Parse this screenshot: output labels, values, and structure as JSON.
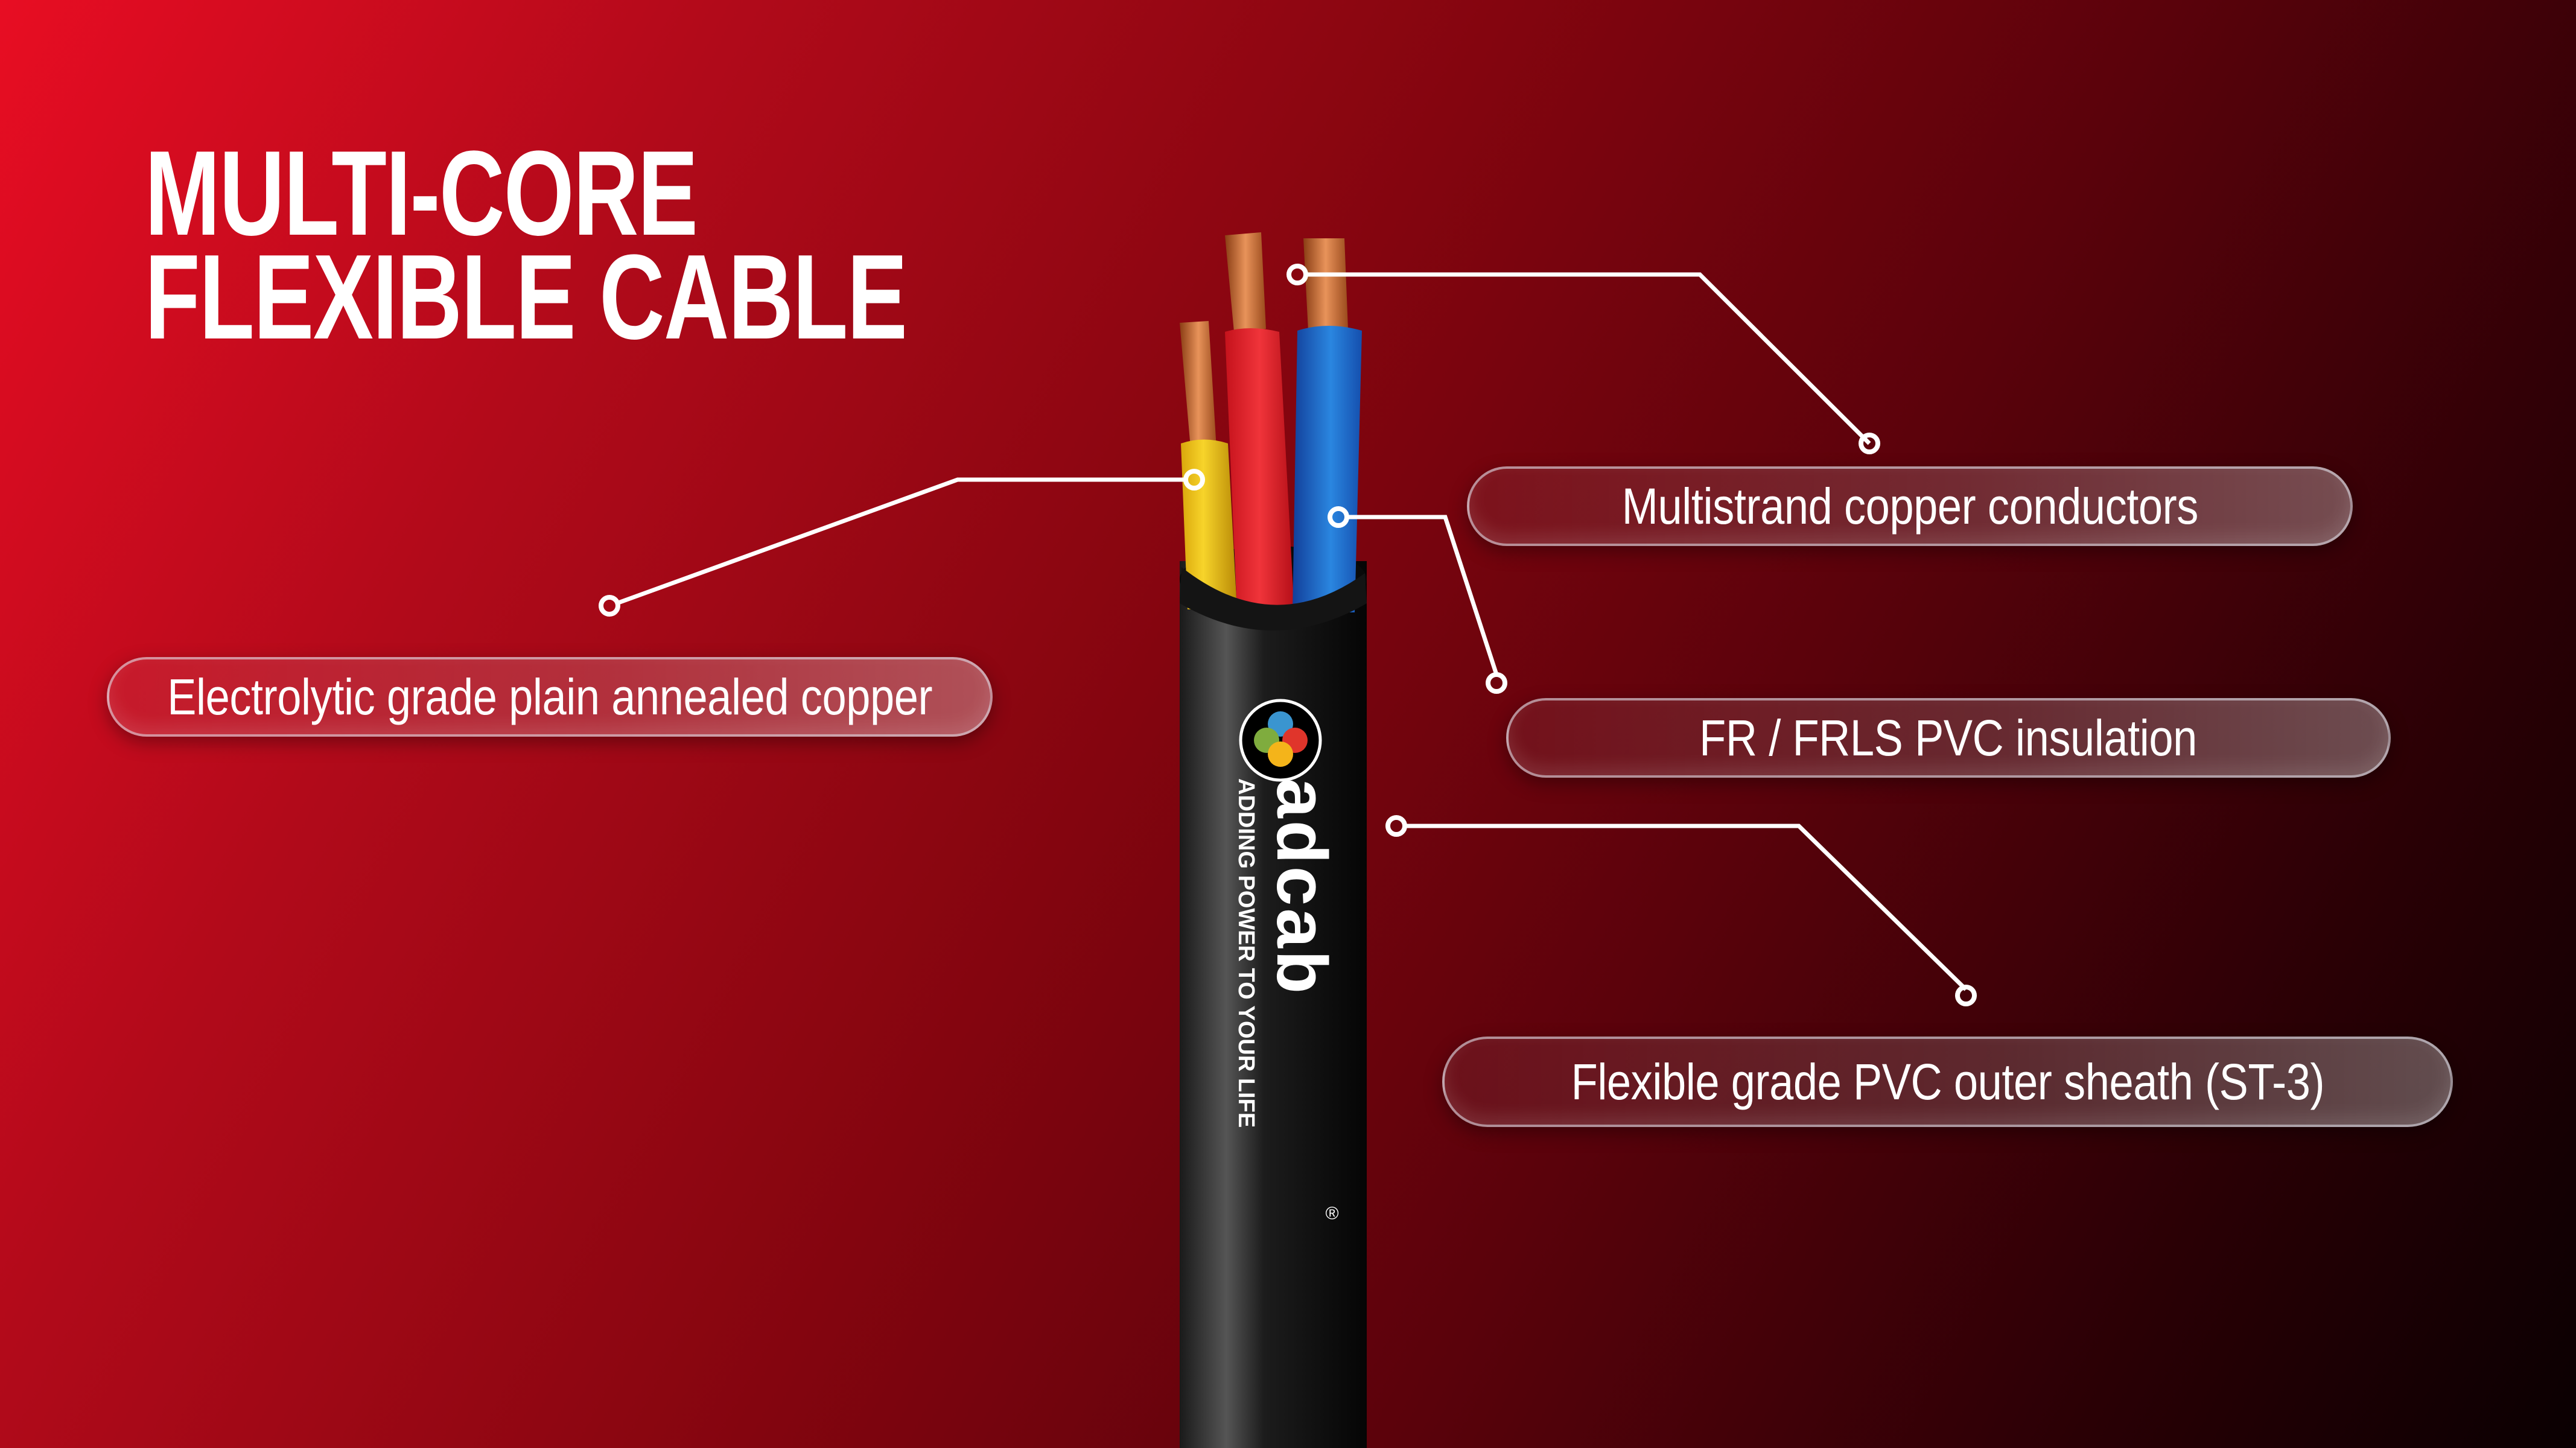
{
  "title": {
    "line1": "MULTI-CORE",
    "line2": "FLEXIBLE CABLE"
  },
  "callouts": [
    {
      "label": "Multistrand copper conductors"
    },
    {
      "label": "FR / FRLS PVC insulation"
    },
    {
      "label": "Flexible grade PVC outer sheath (ST-3)"
    },
    {
      "label": "Electrolytic grade plain annealed copper"
    }
  ],
  "brand": {
    "name": "adcab",
    "tagline": "ADDING POWER TO YOUR LIFE",
    "registered": "®"
  },
  "colors": {
    "core_yellow": "#f2c418",
    "core_red": "#e8202a",
    "core_blue": "#1f6fd0",
    "sheath": "#111111",
    "copper": "#c9703a"
  }
}
